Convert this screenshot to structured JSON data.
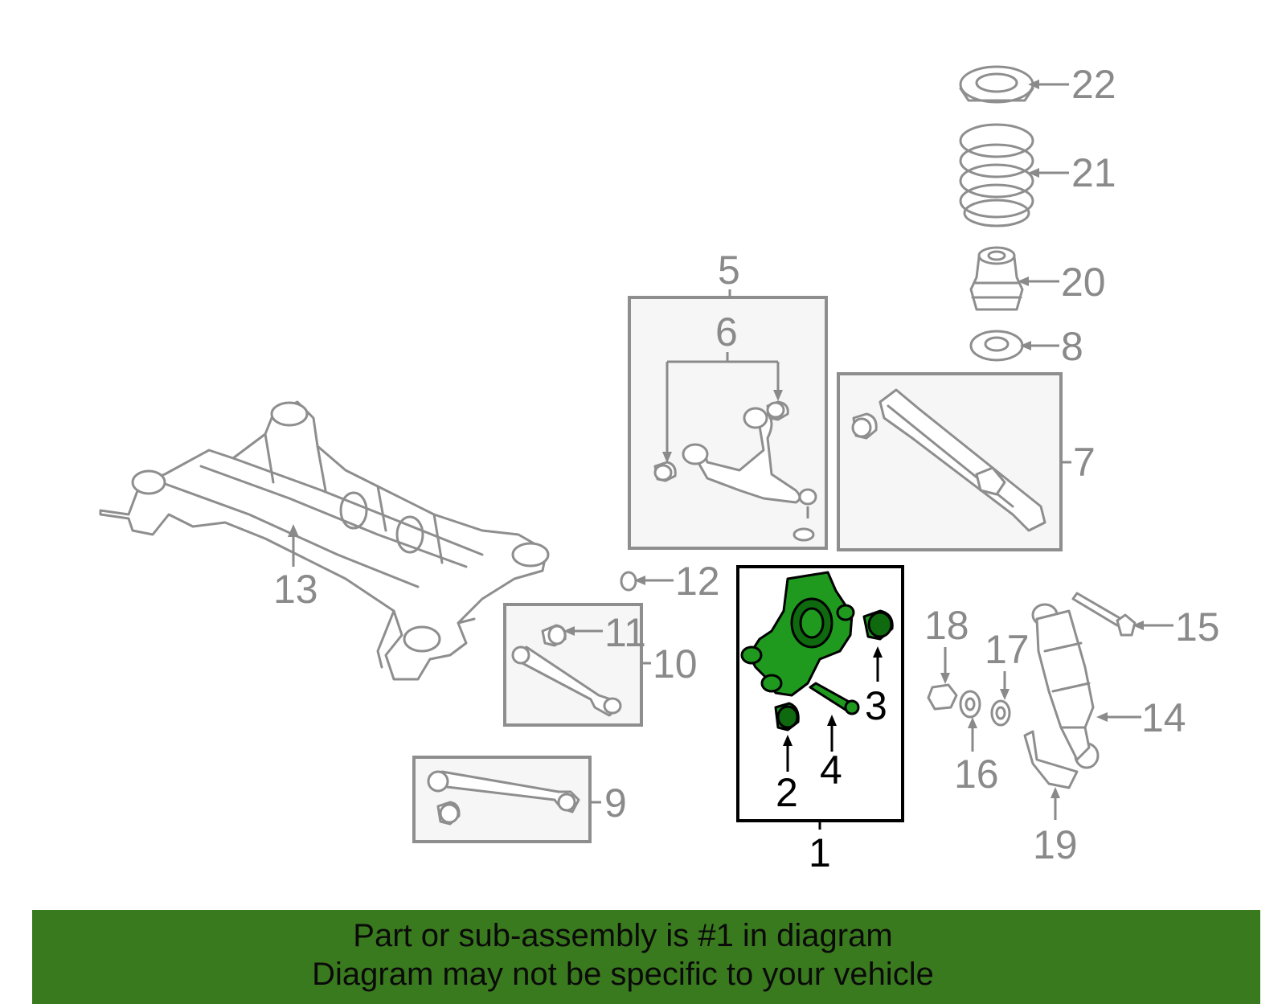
{
  "callouts": {
    "c1": "1",
    "c2": "2",
    "c3": "3",
    "c4": "4",
    "c5": "5",
    "c6": "6",
    "c7": "7",
    "c8": "8",
    "c9": "9",
    "c10": "10",
    "c11": "11",
    "c12": "12",
    "c13": "13",
    "c14": "14",
    "c15": "15",
    "c16": "16",
    "c17": "17",
    "c18": "18",
    "c19": "19",
    "c20": "20",
    "c21": "21",
    "c22": "22"
  },
  "banner": {
    "line1": "Part or sub-assembly is #1 in diagram",
    "line2": "Diagram may not be specific to your vehicle"
  },
  "colors": {
    "highlight": "#1f9a1f",
    "banner_bg": "#3a7a1e",
    "part_gray": "#8e8e8e"
  }
}
